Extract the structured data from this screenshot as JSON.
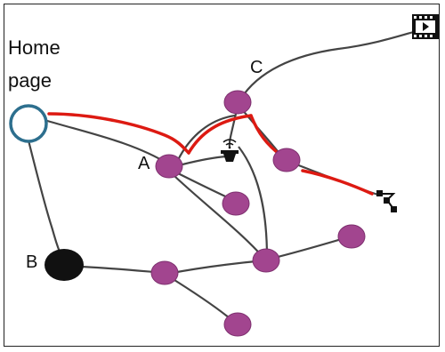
{
  "diagram": {
    "labels": {
      "home": "Home page",
      "a": "A",
      "b": "B",
      "c": "C"
    },
    "colors": {
      "node": "#a2458f",
      "node_stroke": "#7d2f6e",
      "edge": "#444444",
      "highlight_path": "#dd1a12",
      "home_ring": "#2d6f8e",
      "b_node": "#111111"
    },
    "icons": [
      "film-icon",
      "wifi-speaker-icon",
      "share-icon"
    ]
  }
}
